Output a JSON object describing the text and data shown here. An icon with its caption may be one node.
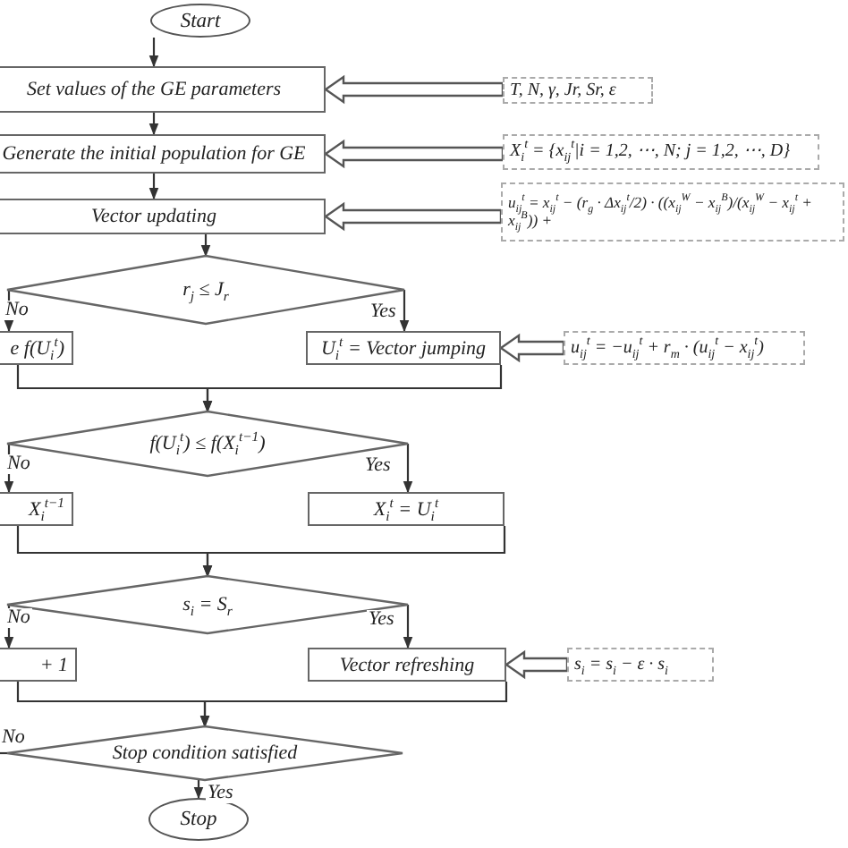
{
  "diagram": {
    "nodes": [
      {
        "text": [
          "Start"
        ]
      },
      {
        "text": [
          "Set values of the GE parameters"
        ]
      },
      {
        "text": [
          "T, N, γ, Jr, Sr, ε"
        ]
      },
      {
        "text": [
          "Generate the initial population for GE"
        ]
      },
      {
        "text": [
          "X$_{i}$$^{t}$ = {x$_{ij}$$^{t}$|i = 1,2, ⋯, N; j = 1,2, ⋯, D}"
        ]
      },
      {
        "text": [
          "Vector updating"
        ]
      },
      {
        "text": [
          "u$_{ij}$$^{t}$ = x$_{ij}$$^{t}$ − (r$_{g}$ · Δx$_{ij}$$^{t}$/2) · ((x$_{ij}$$^{W}$ − x$_{ij}$$^{B}$)/(x$_{ij}$$^{W}$ − x$_{ij}$$^{t}$ + x$_{ij}$$^{B}$)) +"
        ]
      },
      {
        "text": [
          "r$_{j}$ ≤ J$_{r}$"
        ]
      },
      {
        "text": [
          "e f(U$_{i}$$^{t}$)"
        ]
      },
      {
        "text": [
          "U$_{i}$$^{t}$ = Vector jumping"
        ]
      },
      {
        "text": [
          "u$_{ij}$$^{t}$ = −u$_{ij}$$^{t}$ + r$_{m}$ · (u$_{ij}$$^{t}$ − x$_{ij}$$^{t}$)"
        ]
      },
      {
        "text": [
          "f(U$_{i}$$^{t}$) ≤ f(X$_{i}$$^{t−1}$)"
        ]
      },
      {
        "text": [
          "X$_{i}$$^{t−1}$"
        ]
      },
      {
        "text": [
          "X$_{i}$$^{t}$ = U$_{i}$$^{t}$"
        ]
      },
      {
        "text": [
          "s$_{i}$ = S$_{r}$"
        ]
      },
      {
        "text": [
          "+ 1"
        ]
      },
      {
        "text": [
          "Vector refreshing"
        ]
      },
      {
        "text": [
          "s$_{i}$ = s$_{i}$ − ε · s$_{i}$"
        ]
      },
      {
        "text": [
          "Stop condition satisfied"
        ]
      },
      {
        "text": [
          "Stop"
        ]
      }
    ],
    "edges": [
      {
        "from": 0,
        "to": 1,
        "arrow": "to"
      },
      {
        "from": 2,
        "to": 1,
        "arrow": "to",
        "style": "thick"
      },
      {
        "from": 1,
        "to": 3,
        "arrow": "to"
      },
      {
        "from": 4,
        "to": 3,
        "arrow": "to",
        "style": "thick"
      },
      {
        "from": 3,
        "to": 5,
        "arrow": "to"
      },
      {
        "from": 6,
        "to": 5,
        "arrow": "to",
        "style": "thick"
      },
      {
        "from": 5,
        "to": 7,
        "arrow": "to"
      },
      {
        "from": 7,
        "to": 9,
        "arrow": "to",
        "label": "Yes"
      },
      {
        "from": 7,
        "to": 8,
        "arrow": "to",
        "label": "No"
      },
      {
        "from": 10,
        "to": 9,
        "arrow": "to",
        "style": "thick"
      },
      {
        "from": 9,
        "to": 11,
        "arrow": "to"
      },
      {
        "from": 8,
        "to": 11,
        "arrow": "to"
      },
      {
        "from": 11,
        "to": 13,
        "arrow": "to",
        "label": "Yes"
      },
      {
        "from": 11,
        "to": 12,
        "arrow": "to",
        "label": "No"
      },
      {
        "from": 13,
        "to": 14,
        "arrow": "to"
      },
      {
        "from": 12,
        "to": 14,
        "arrow": "to"
      },
      {
        "from": 14,
        "to": 16,
        "arrow": "to",
        "label": "Yes"
      },
      {
        "from": 14,
        "to": 15,
        "arrow": "to",
        "label": "No"
      },
      {
        "from": 17,
        "to": 16,
        "arrow": "to",
        "style": "thick"
      },
      {
        "from": 16,
        "to": 18,
        "arrow": "to"
      },
      {
        "from": 15,
        "to": 18,
        "arrow": "to"
      },
      {
        "from": 18,
        "to": 19,
        "arrow": "to",
        "label": "Yes"
      },
      {
        "from": 18,
        "to": null,
        "arrow": "none",
        "label": "No"
      }
    ]
  }
}
